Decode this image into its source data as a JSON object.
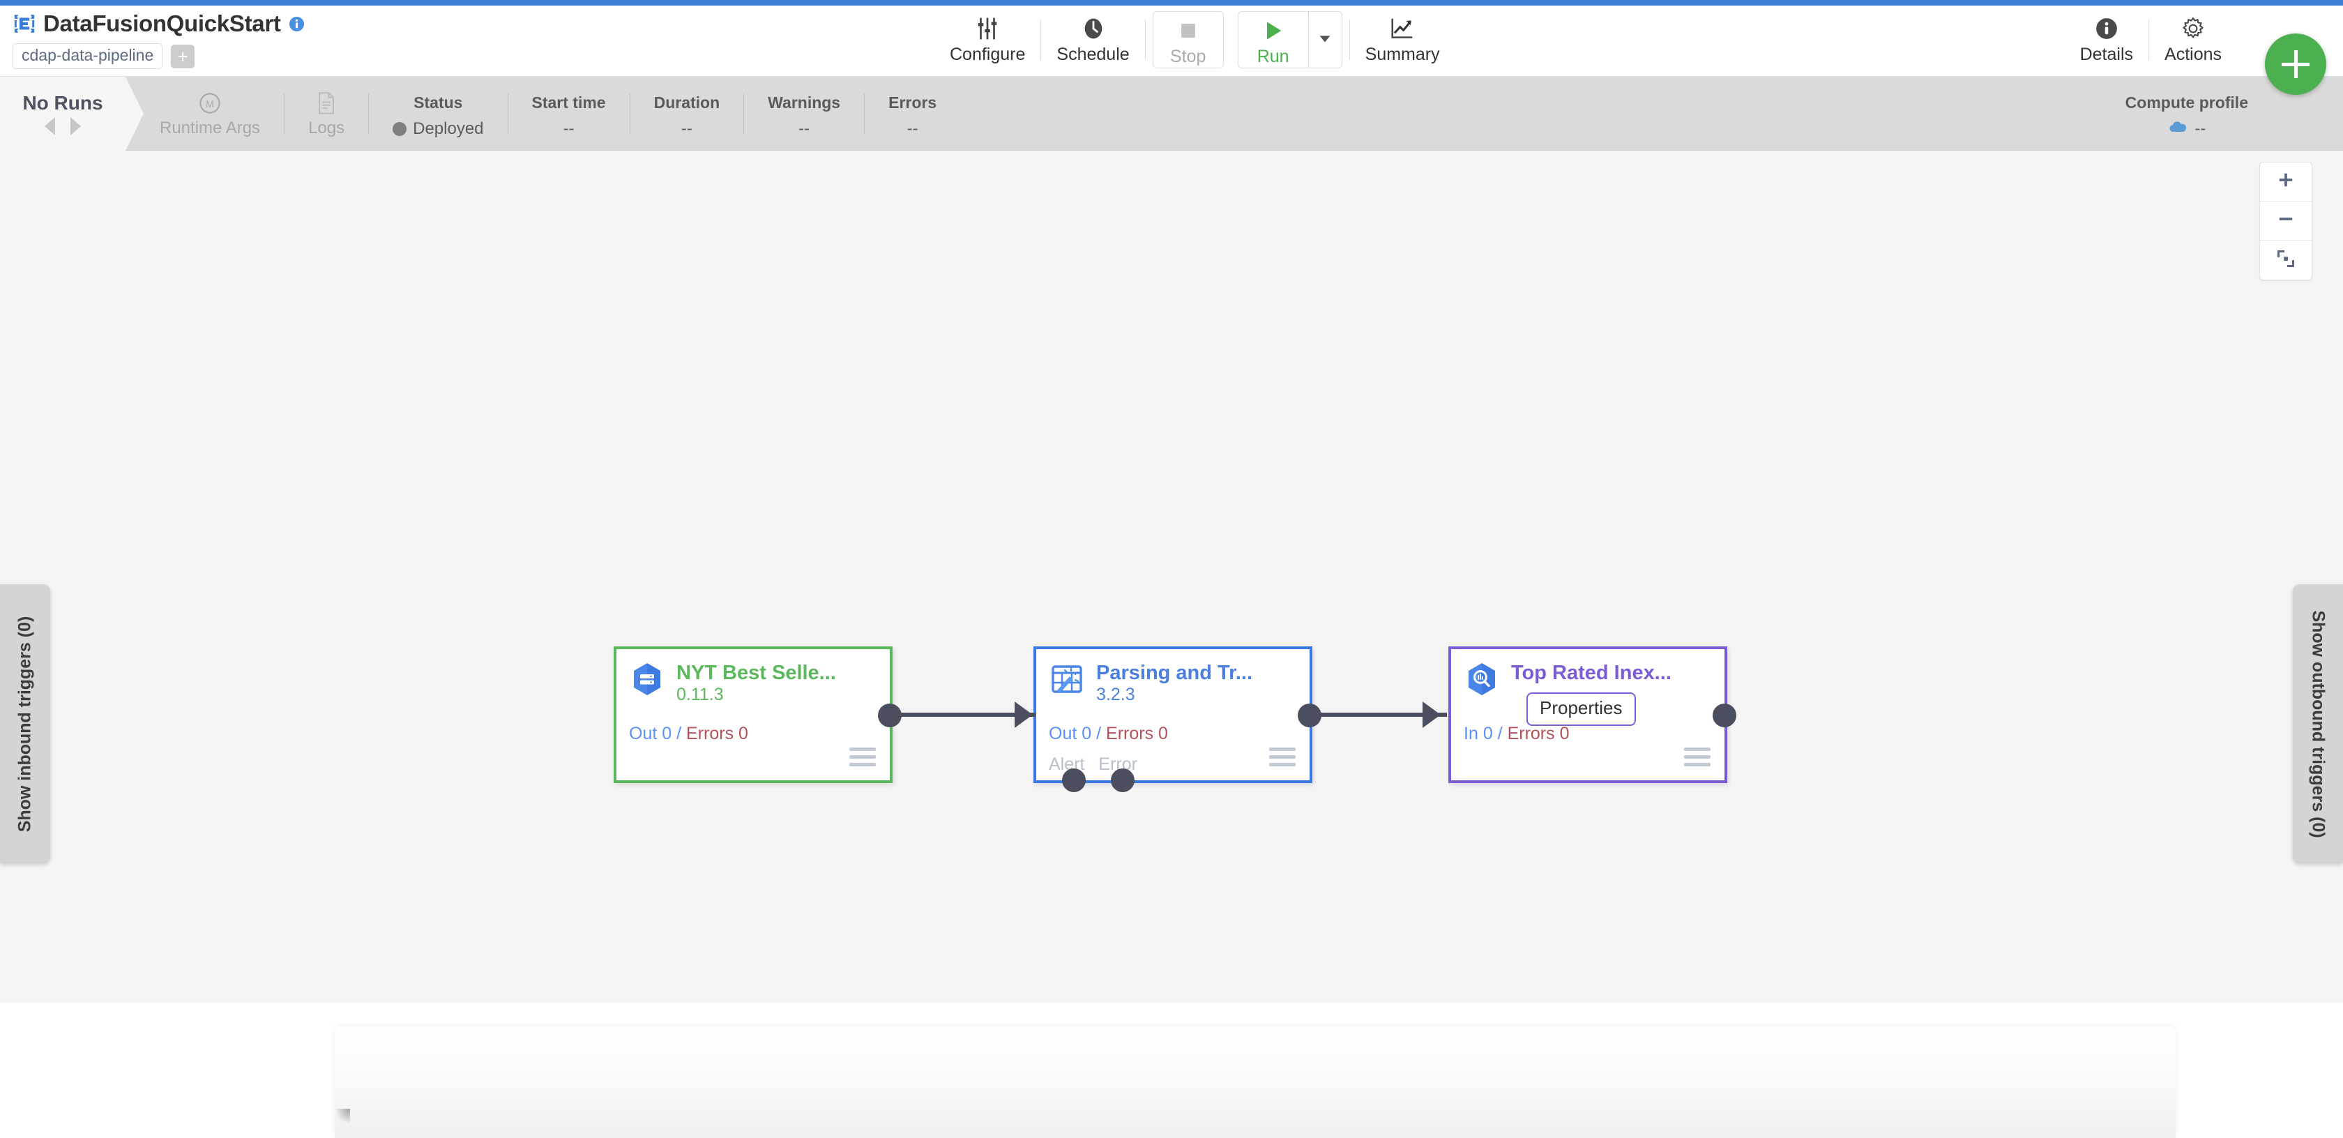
{
  "header": {
    "logo_icon": "pipeline-logo-icon",
    "title": "DataFusionQuickStart",
    "info_icon": "info-circle-icon",
    "artifact_chip": "cdap-data-pipeline",
    "add_chip": "+",
    "toolbar": [
      {
        "id": "configure",
        "label": "Configure",
        "icon": "sliders-icon",
        "state": "enabled"
      },
      {
        "id": "schedule",
        "label": "Schedule",
        "icon": "clock-icon",
        "state": "enabled"
      },
      {
        "id": "stop",
        "label": "Stop",
        "icon": "stop-square-icon",
        "state": "disabled"
      },
      {
        "id": "run",
        "label": "Run",
        "icon": "play-triangle-icon",
        "state": "enabled"
      },
      {
        "id": "run-caret",
        "label": "",
        "icon": "caret-down-icon",
        "state": "enabled"
      },
      {
        "id": "summary",
        "label": "Summary",
        "icon": "chart-line-icon",
        "state": "enabled"
      }
    ],
    "toolbar_right": [
      {
        "id": "details",
        "label": "Details",
        "icon": "info-filled-icon"
      },
      {
        "id": "actions",
        "label": "Actions",
        "icon": "gear-icon"
      }
    ],
    "fab": {
      "icon": "plus-icon",
      "color": "#4caf50"
    }
  },
  "status_bar": {
    "runs_tab": {
      "label": "No Runs",
      "prev_icon": "triangle-left-icon",
      "next_icon": "triangle-right-icon"
    },
    "items": [
      {
        "id": "runtime-args",
        "header": "",
        "label": "Runtime Args",
        "icon": "macro-circle-icon",
        "value": "",
        "muted": true
      },
      {
        "id": "logs",
        "header": "",
        "label": "Logs",
        "icon": "document-icon",
        "value": "",
        "muted": true
      },
      {
        "id": "status",
        "header": "Status",
        "value": "Deployed",
        "dot": true
      },
      {
        "id": "start-time",
        "header": "Start time",
        "value": "--"
      },
      {
        "id": "duration",
        "header": "Duration",
        "value": "--"
      },
      {
        "id": "warnings",
        "header": "Warnings",
        "value": "--"
      },
      {
        "id": "errors",
        "header": "Errors",
        "value": "--"
      }
    ],
    "compute_profile": {
      "header": "Compute profile",
      "value": "--",
      "icon": "cloud-icon"
    }
  },
  "canvas": {
    "background": "#f4f4f4",
    "left_trigger": "Show inbound triggers (0)",
    "right_trigger": "Show outbound triggers (0)",
    "zoom_controls": [
      {
        "id": "zoom-in",
        "icon": "plus-icon"
      },
      {
        "id": "zoom-out",
        "icon": "minus-icon"
      },
      {
        "id": "fit-to-screen",
        "icon": "fit-screen-icon"
      }
    ],
    "nodes": [
      {
        "id": "node-source",
        "name": "NYT Best Selle...",
        "version": "0.11.3",
        "icon": "bigquery-source-icon",
        "color": "#5cb85c",
        "metrics": {
          "in_label": "Out",
          "in_value": "0",
          "sep": "/",
          "err_label": "Errors",
          "err_value": "0"
        },
        "lower_ports": []
      },
      {
        "id": "node-wrangler",
        "name": "Parsing and Tr...",
        "version": "3.2.3",
        "icon": "wrangler-icon",
        "color": "#4a7fe0",
        "metrics": {
          "in_label": "Out",
          "in_value": "0",
          "sep": "/",
          "err_label": "Errors",
          "err_value": "0"
        },
        "lower_ports": [
          "Alert",
          "Error"
        ]
      },
      {
        "id": "node-sink",
        "name": "Top Rated Inex...",
        "version": "",
        "icon": "bigquery-sink-icon",
        "color": "#7c5cd6",
        "metrics": {
          "in_label": "In",
          "in_value": "0",
          "sep": "/",
          "err_label": "Errors",
          "err_value": "0"
        },
        "lower_ports": [],
        "tooltip": "Properties"
      }
    ]
  }
}
